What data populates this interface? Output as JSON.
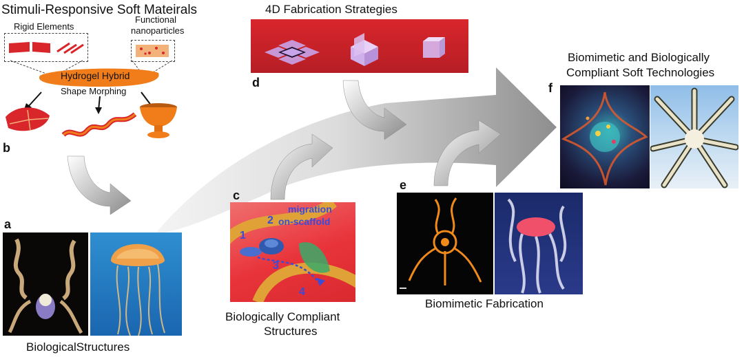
{
  "sections": {
    "stimuli": {
      "title": "Stimuli-Responsive Soft Mateirals",
      "rigid_label": "Rigid Elements",
      "nano_label_1": "Functional",
      "nano_label_2": "nanoparticles",
      "hybrid_label": "Hydrogel Hybrid",
      "morph_label": "Shape Morphing",
      "letter": "b"
    },
    "fabrication4d": {
      "title": "4D Fabrication Strategies",
      "letter": "d"
    },
    "biomimetic_tech": {
      "title_line1": "Biomimetic and Biologically",
      "title_line2": "Compliant Soft Technologies",
      "letter": "f"
    },
    "biological": {
      "letter": "a",
      "caption": "BiologicalStructures"
    },
    "compliant": {
      "letter": "c",
      "caption_line1": "Biologically Compliant",
      "caption_line2": "Structures",
      "overlay_1": "migration",
      "overlay_2": "on-scaffold",
      "step_1": "1",
      "step_2": "2",
      "step_3": "3",
      "step_4": "4"
    },
    "biomimetic_fab": {
      "letter": "e",
      "caption": "Biomimetic Fabrication"
    }
  },
  "colors": {
    "hydrogel": "#f07d1a",
    "red_accent": "#d9262b",
    "arrow_gray": "#a9a9a9",
    "overlay_blue": "#3c4bd8"
  }
}
